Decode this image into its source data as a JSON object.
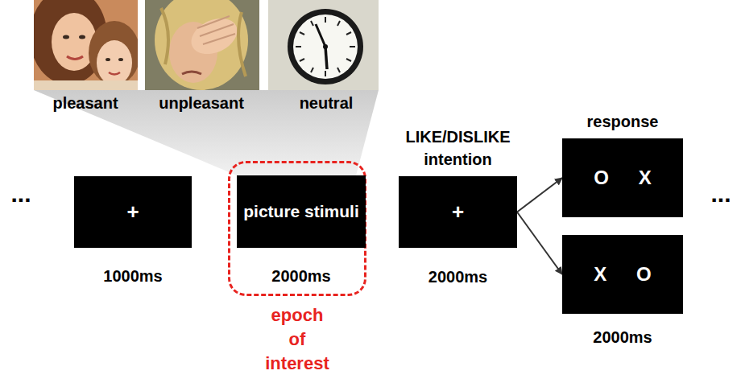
{
  "diagram": {
    "nodes": [
      {
        "text": [
          "+",
          "1000ms"
        ]
      },
      {
        "text": [
          "epoch of interest"
        ]
      },
      {
        "text": [
          "picture stimuli",
          "2000ms"
        ],
        "in": 1
      },
      {
        "text": [
          "LIKE/DISLIKE intention",
          "+",
          "2000ms"
        ]
      },
      {
        "text": [
          "response",
          "O X"
        ]
      },
      {
        "text": [
          "X O",
          "2000ms"
        ]
      }
    ],
    "edges": [
      {
        "from": 3,
        "to": 4,
        "arrow": "to"
      },
      {
        "from": 3,
        "to": 5,
        "arrow": "to"
      }
    ],
    "labels": [
      "pleasant",
      "unpleasant",
      "neutral",
      "...",
      "..."
    ]
  }
}
